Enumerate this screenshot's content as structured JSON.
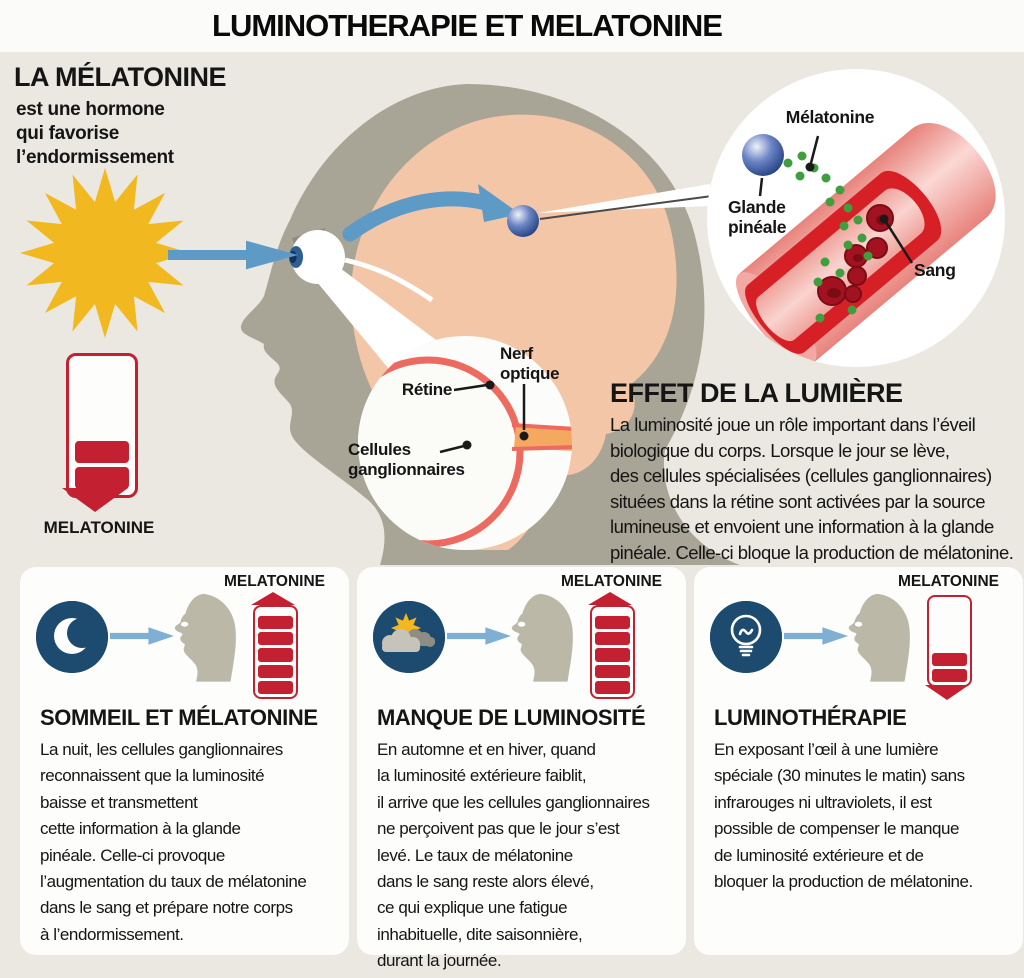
{
  "title": "LUMINOTHERAPIE ET MELATONINE",
  "intro": {
    "heading": "LA MÉLATONINE",
    "body": "est une hormone\nqui favorise\nl’endormissement"
  },
  "main_gauge": {
    "label": "MELATONINE",
    "level": "low-decreasing"
  },
  "pineal_inset": {
    "melatonin_label": "Mélatonine",
    "gland_label": "Glande\npinéale",
    "blood_label": "Sang"
  },
  "eye_inset": {
    "retina_label": "Rétine",
    "optic_nerve_label": "Nerf\noptique",
    "ganglion_label": "Cellules\nganglionnaires"
  },
  "light_effect": {
    "heading": "EFFET DE LA LUMIÈRE",
    "body": "La luminosité joue un rôle important dans l’éveil\nbiologique du corps. Lorsque le jour se lève,\ndes cellules spécialisées (cellules ganglionnaires)\nsituées dans la rétine sont activées par la source\nlumineuse et envoient une information à la glande\npinéale. Celle-ci bloque la production de mélatonine."
  },
  "panels": [
    {
      "icon": "moon-icon",
      "gauge_label": "MELATONINE",
      "melatonin_level": "high",
      "heading": "SOMMEIL ET MÉLATONINE",
      "body": "La nuit, les cellules ganglionnaires\nreconnaissent que la luminosité\nbaisse et transmettent\ncette information à la glande\npinéale. Celle-ci provoque\nl’augmentation du taux de mélatonine\ndans le sang et prépare notre corps\nà l’endormissement."
    },
    {
      "icon": "sun-clouds-icon",
      "gauge_label": "MELATONINE",
      "melatonin_level": "high",
      "heading": "MANQUE DE LUMINOSITÉ",
      "body": "En automne et en hiver, quand\nla luminosité extérieure faiblit,\nil arrive que les cellules ganglionnaires\nne perçoivent pas que le jour s’est\nlevé. Le taux de mélatonine\ndans le sang reste alors élevé,\nce qui explique une fatigue\ninhabituelle, dite saisonnière,\ndurant la journée."
    },
    {
      "icon": "lightbulb-icon",
      "gauge_label": "MELATONINE",
      "melatonin_level": "low",
      "heading": "LUMINOTHÉRAPIE",
      "body": "En exposant l’œil à une lumière\nspéciale (30 minutes le matin) sans\ninfrarouges ni ultraviolets, il est\npossible de compenser le manque\nde luminosité extérieure et de\nbloquer la production de mélatonine."
    }
  ],
  "colors": {
    "background": "#eae8e1",
    "red": "#c32032",
    "vessel_red": "#d71f26",
    "navy": "#1d4b70",
    "blue_arrow": "#64a0c8",
    "green_melatonin": "#3f9e3d",
    "sun_yellow": "#f2b81f",
    "coral_retina": "#ed6a60",
    "brain": "#f4c6a8",
    "head_grey": "#a8a597"
  }
}
